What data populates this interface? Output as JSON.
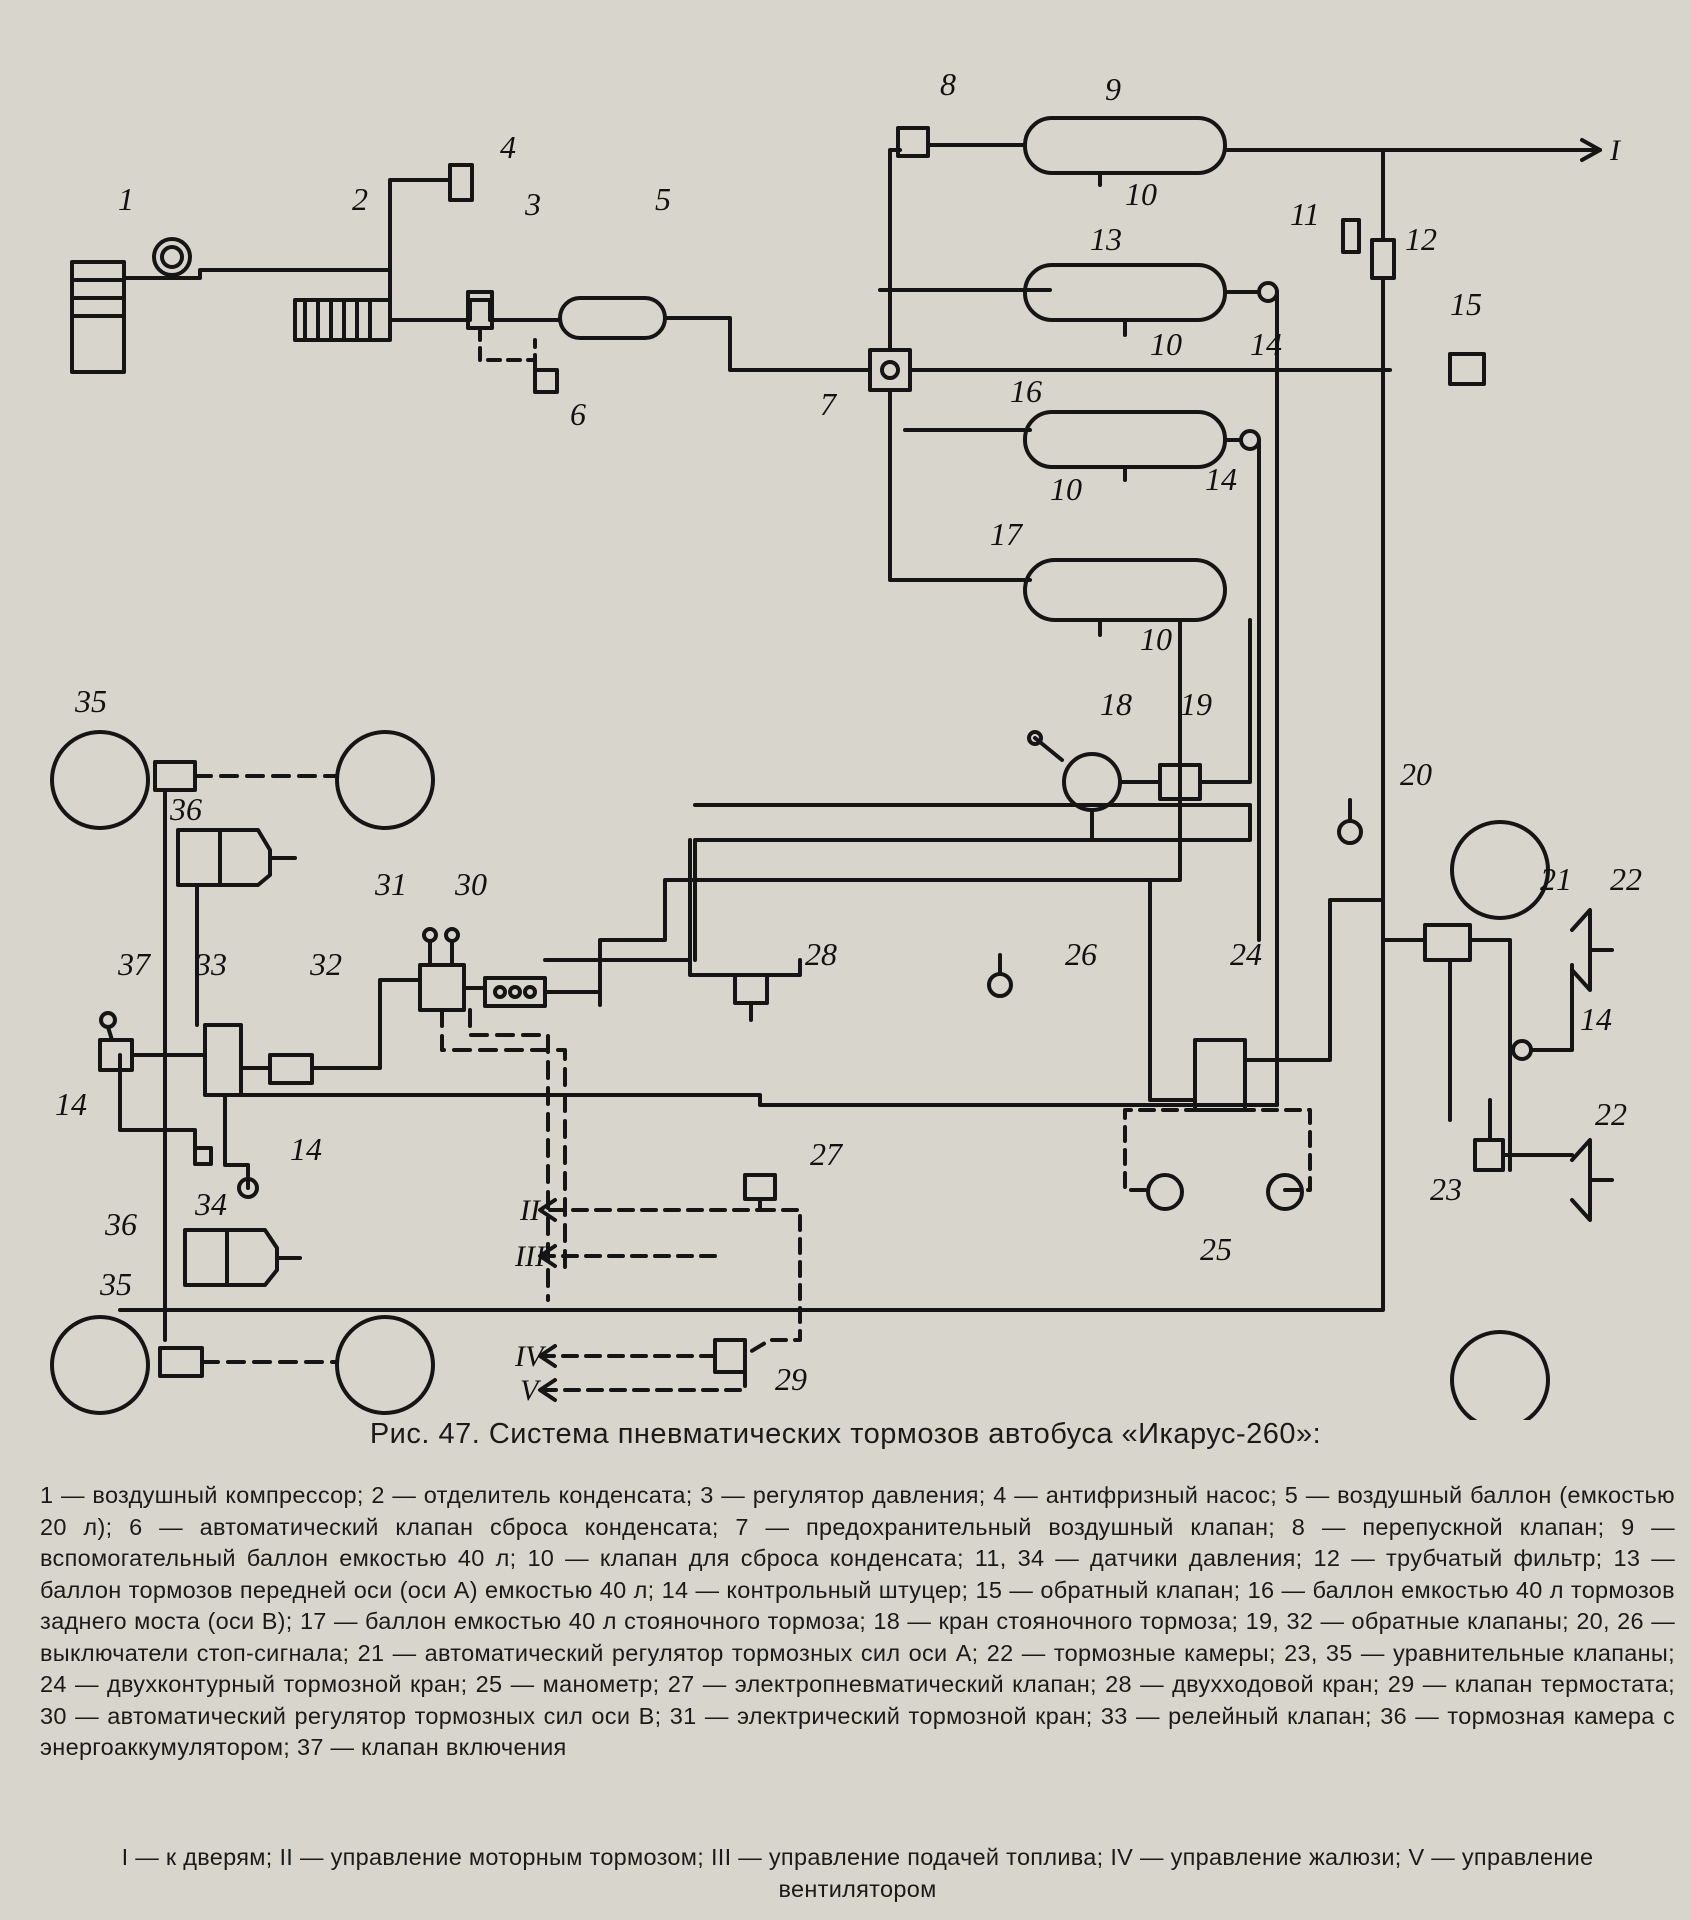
{
  "figure": {
    "caption_title": "Рис. 47. Система пневматических тормозов автобуса «Икарус-260»:",
    "labels": [
      "1",
      "2",
      "3",
      "4",
      "5",
      "6",
      "7",
      "8",
      "9",
      "10",
      "11",
      "12",
      "13",
      "14",
      "15",
      "16",
      "17",
      "18",
      "19",
      "20",
      "21",
      "22",
      "23",
      "24",
      "25",
      "26",
      "27",
      "28",
      "29",
      "30",
      "31",
      "32",
      "33",
      "34",
      "35",
      "36",
      "37"
    ],
    "roman_labels": [
      "I",
      "II",
      "III",
      "IV",
      "V"
    ]
  },
  "legend": [
    "1 — воздушный компрессор;",
    "2 — отделитель конденсата;",
    "3 — регулятор давления;",
    "4 — антифризный насос;",
    "5 — воздушный баллон (емкостью 20 л);",
    "6 — автоматический клапан сброса конденсата;",
    "7 — предохранительный воздушный клапан;",
    "8 — перепускной клапан;",
    "9 — вспомогательный баллон емкостью 40 л;",
    "10 — клапан для сброса конденсата;",
    "11, 34 — датчики давления;",
    "12 — трубчатый фильтр;",
    "13 — баллон тормозов передней оси (оси А) емкостью 40 л;",
    "14 — контрольный штуцер;",
    "15 — обратный клапан;",
    "16 — баллон емкостью 40 л тормозов заднего моста (оси В);",
    "17 — баллон емкостью 40 л стояночного тормоза;",
    "18 — кран стояночного тормоза;",
    "19, 32 — обратные клапаны;",
    "20, 26 — выключатели стоп-сигнала;",
    "21 — автоматический регулятор тормозных сил оси А;",
    "22 — тормозные камеры;",
    "23, 35 — уравнительные клапаны;",
    "24 — двухконтурный тормозной кран;",
    "25 — манометр;",
    "27 — электропневматический клапан;",
    "28 — двухходовой кран;",
    "29 — клапан термостата;",
    "30 — автоматический регулятор тормозных сил оси В;",
    "31 — электрический тормозной кран;",
    "33 — релейный клапан;",
    "36 — тормозная камера с энергоаккумулятором;",
    "37 — клапан включения"
  ],
  "notes": [
    "I — к дверям;",
    "II — управление моторным тормозом;",
    "III — управление подачей топлива;",
    "IV — управление жалюзи;",
    "V — управление вентилятором"
  ]
}
